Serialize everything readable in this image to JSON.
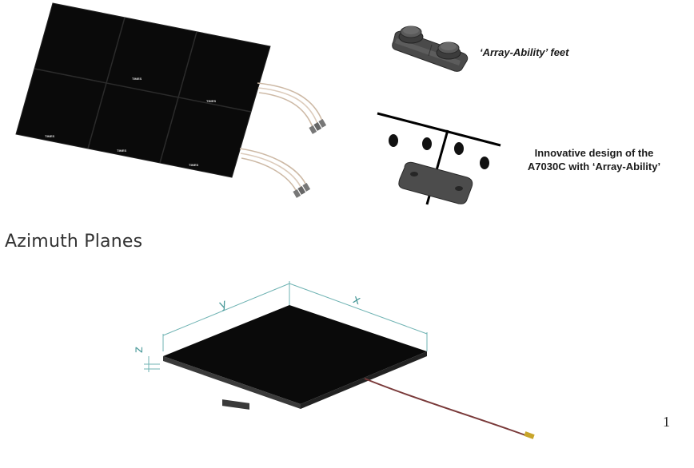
{
  "captions": {
    "feet": "‘Array-Ability’ feet",
    "design_line1": "Innovative design of the",
    "design_line2": "A7030C with ‘Array-Ability’"
  },
  "section": {
    "title": "Azimuth Planes"
  },
  "dimensions": {
    "x": "x",
    "y": "y",
    "z": "z"
  },
  "page_number": "1",
  "colors": {
    "panel": "#0d0d0d",
    "dimension_line": "#6fb3b3",
    "cable_top": "#d7c8b8",
    "cable_bottom": "#7a3a3a"
  }
}
